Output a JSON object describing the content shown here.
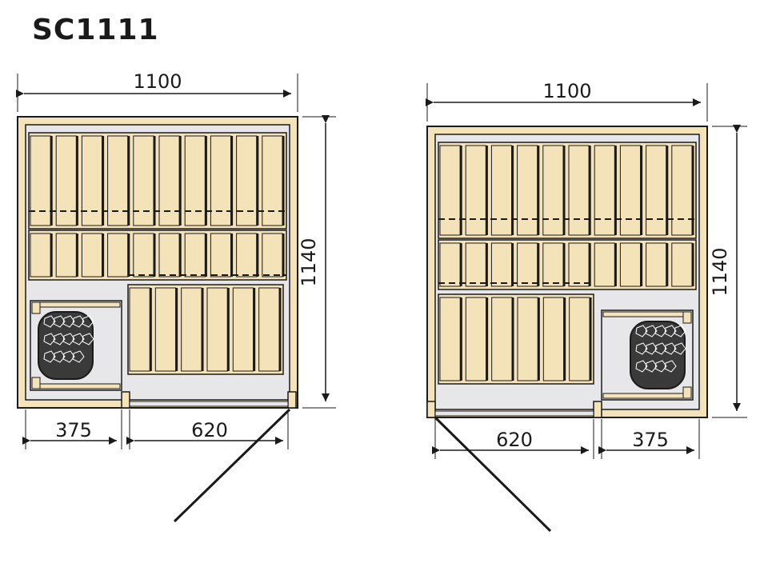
{
  "title": "SC1111",
  "colors": {
    "wood": "#f4e3b8",
    "wood_dark": "#e8d29a",
    "floor": "#e7e7e9",
    "line": "#1a1a1a",
    "stones": "#3a3a3a"
  },
  "plan_left": {
    "width_dim": "1100",
    "depth_dim": "1140",
    "heater_side_dim": "375",
    "door_side_dim": "620",
    "heater_position": "left",
    "door_hinge": "right"
  },
  "plan_right": {
    "width_dim": "1100",
    "depth_dim": "1140",
    "door_side_dim": "620",
    "heater_side_dim": "375",
    "heater_position": "right",
    "door_hinge": "left"
  }
}
